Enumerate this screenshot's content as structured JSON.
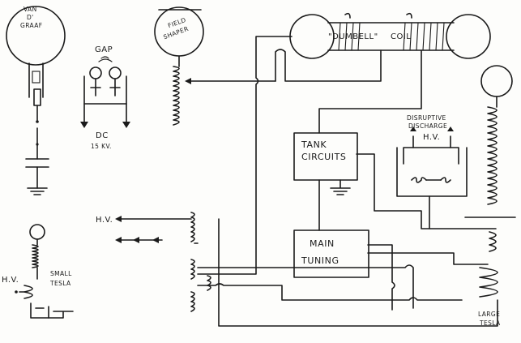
{
  "labels": {
    "van_de_graaff_l1": "VAN",
    "van_de_graaff_l2": "D'",
    "van_de_graaff_l3": "GRAAF",
    "gap": "GAP",
    "dc_l1": "DC",
    "dc_l2": "15 KV.",
    "field_shaper_l1": "FIELD",
    "field_shaper_l2": "SHAPER",
    "dumbell_coil_l1": "\"DUMBELL\"",
    "dumbell_coil_l2": "COIL",
    "tank_circuits_l1": "TANK",
    "tank_circuits_l2": "CIRCUITS",
    "main_tuning_l1": "MAIN",
    "main_tuning_l2": "TUNING",
    "disruptive_discharge_l1": "DISRUPTIVE",
    "disruptive_discharge_l2": "DISCHARGE",
    "hv_disruptive": "H.V.",
    "hv_middle": "H.V.",
    "hv_small": "H.V.",
    "small_tesla_l1": "SMALL",
    "small_tesla_l2": "TESLA",
    "large_tesla_l1": "LARGE",
    "large_tesla_l2": "TESLA"
  }
}
